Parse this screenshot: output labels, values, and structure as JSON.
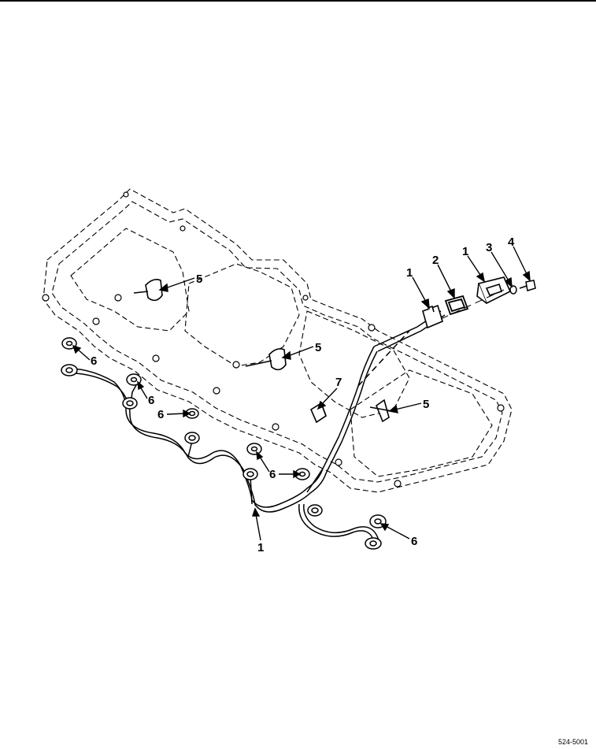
{
  "figure": {
    "id": "524-5001",
    "callouts": {
      "c1_connector": "1",
      "c2_gasket": "2",
      "c1_housing": "1",
      "c3_washer": "3",
      "c4_screw": "4",
      "c5_clip_a": "5",
      "c5_clip_b": "5",
      "c5_clip_c": "5",
      "c6_nut_a": "6",
      "c6_nut_b": "6",
      "c6_nut_c": "6",
      "c6_nut_d": "6",
      "c6_nut_e": "6",
      "c7_clamp": "7",
      "c1_harness": "1"
    }
  }
}
